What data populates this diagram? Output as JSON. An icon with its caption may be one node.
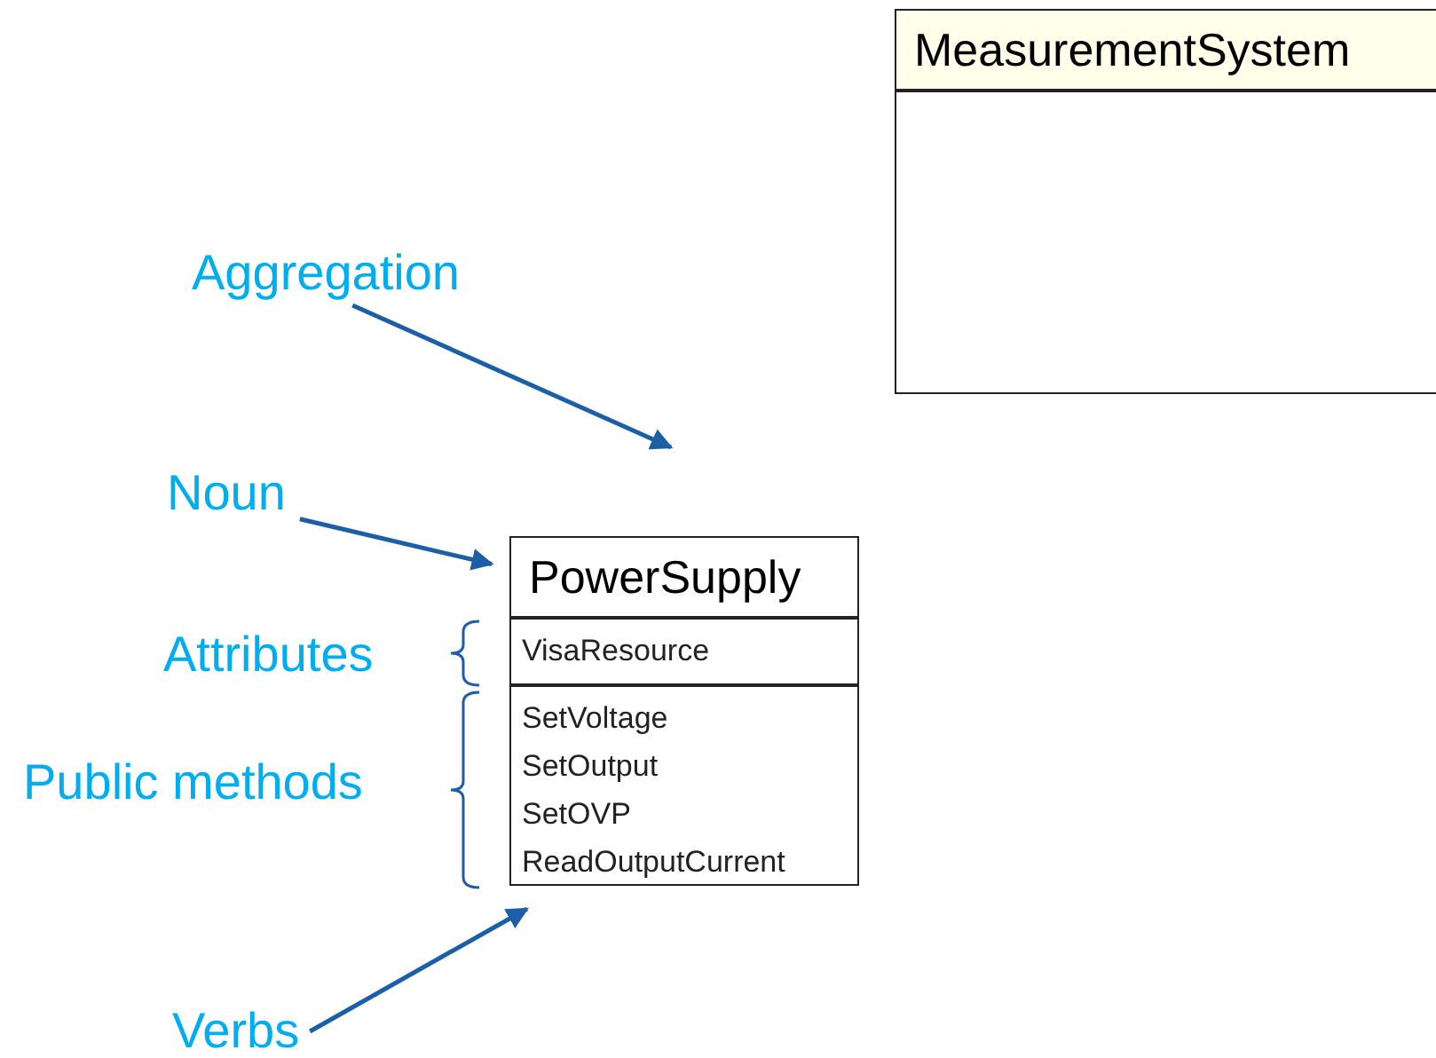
{
  "diagram": {
    "nodes": [
      {
        "text": [
          "MeasurementSystem"
        ]
      },
      {
        "text": [
          "PowerSupply",
          "VisaResource",
          "SetVoltage",
          "SetOutput",
          "SetOVP",
          "ReadOutputCurrent"
        ]
      },
      {
        "text": [
          "Aggregation"
        ]
      },
      {
        "text": [
          "Noun"
        ]
      },
      {
        "text": [
          "Attributes"
        ]
      },
      {
        "text": [
          "Public methods"
        ]
      },
      {
        "text": [
          "Verbs"
        ]
      }
    ],
    "edges": [
      {
        "from": 2,
        "to": null,
        "arrow": "to"
      },
      {
        "from": 3,
        "to": 1,
        "arrow": "to"
      },
      {
        "from": 6,
        "to": 1,
        "arrow": "to"
      }
    ]
  }
}
